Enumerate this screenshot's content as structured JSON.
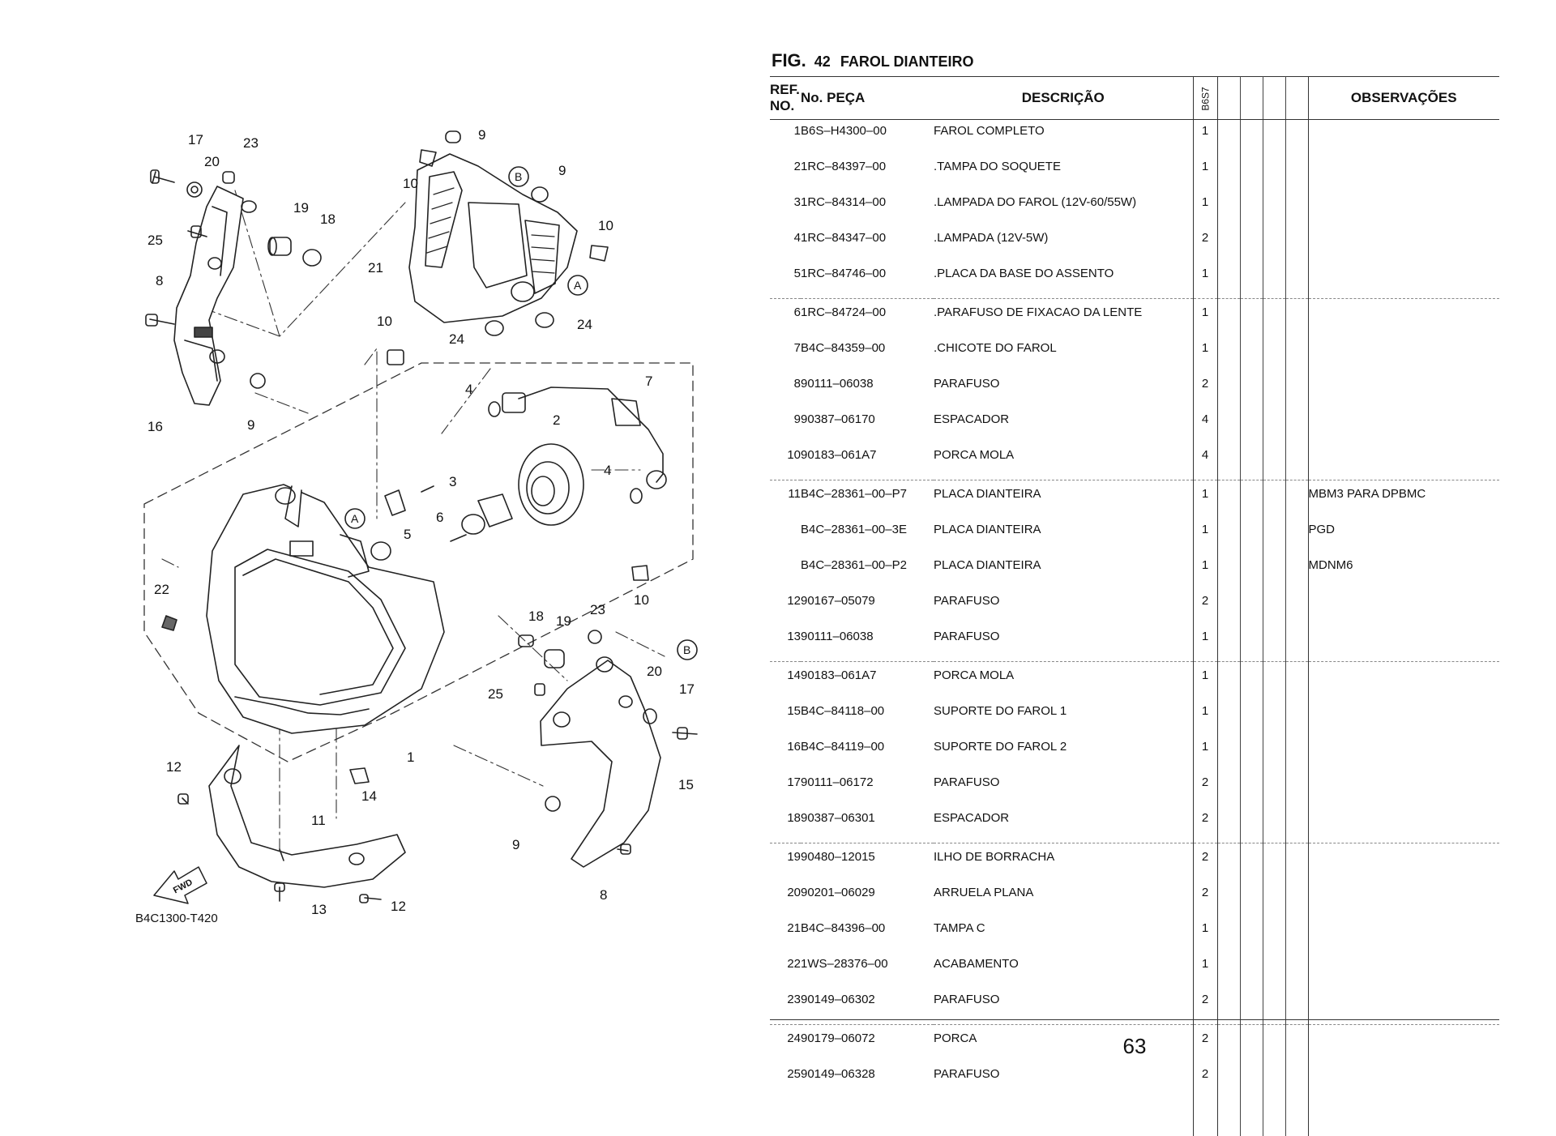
{
  "diagram": {
    "code": "B4C1300-T420",
    "fwd_label": "FWD",
    "callout_A": "A",
    "callout_B": "B",
    "labels": {
      "l1": "1",
      "l2": "2",
      "l3": "3",
      "l4a": "4",
      "l4b": "4",
      "l5": "5",
      "l6": "6",
      "l7": "7",
      "l8a": "8",
      "l8b": "8",
      "l9a": "9",
      "l9b": "9",
      "l9c": "9",
      "l9d": "9",
      "l10a": "10",
      "l10b": "10",
      "l10c": "10",
      "l10d": "10",
      "l11": "11",
      "l12a": "12",
      "l12b": "12",
      "l13": "13",
      "l14": "14",
      "l15": "15",
      "l16": "16",
      "l17a": "17",
      "l17b": "17",
      "l18a": "18",
      "l18b": "18",
      "l19a": "19",
      "l19b": "19",
      "l20a": "20",
      "l20b": "20",
      "l21": "21",
      "l22": "22",
      "l23a": "23",
      "l23b": "23",
      "l24a": "24",
      "l24b": "24",
      "l25a": "25",
      "l25b": "25"
    }
  },
  "figure": {
    "prefix": "FIG.",
    "number": "42",
    "title": "FAROL DIANTEIRO"
  },
  "table": {
    "headers": {
      "ref": "REF.",
      "ref2": "NO.",
      "part_no": "No. PEÇA",
      "description": "DESCRIÇÃO",
      "model": "B6S7",
      "observations": "OBSERVAÇÕES"
    },
    "rows": [
      {
        "ref": "1",
        "part_no": "B6S–H4300–00",
        "description": "FAROL COMPLETO",
        "qty": "1",
        "obs": ""
      },
      {
        "ref": "2",
        "part_no": "1RC–84397–00",
        "description": ".TAMPA DO SOQUETE",
        "qty": "1",
        "obs": ""
      },
      {
        "ref": "3",
        "part_no": "1RC–84314–00",
        "description": ".LAMPADA DO FAROL (12V-60/55W)",
        "qty": "1",
        "obs": ""
      },
      {
        "ref": "4",
        "part_no": "1RC–84347–00",
        "description": ".LAMPADA (12V-5W)",
        "qty": "2",
        "obs": ""
      },
      {
        "ref": "5",
        "part_no": "1RC–84746–00",
        "description": ".PLACA DA BASE DO ASSENTO",
        "qty": "1",
        "obs": ""
      },
      {
        "ref": "6",
        "part_no": "1RC–84724–00",
        "description": ".PARAFUSO DE FIXACAO DA LENTE",
        "qty": "1",
        "obs": ""
      },
      {
        "ref": "7",
        "part_no": "B4C–84359–00",
        "description": ".CHICOTE DO FAROL",
        "qty": "1",
        "obs": ""
      },
      {
        "ref": "8",
        "part_no": "90111–06038",
        "description": "PARAFUSO",
        "qty": "2",
        "obs": ""
      },
      {
        "ref": "9",
        "part_no": "90387–06170",
        "description": "ESPACADOR",
        "qty": "4",
        "obs": ""
      },
      {
        "ref": "10",
        "part_no": "90183–061A7",
        "description": "PORCA MOLA",
        "qty": "4",
        "obs": ""
      },
      {
        "ref": "11",
        "part_no": "B4C–28361–00–P7",
        "description": "PLACA DIANTEIRA",
        "qty": "1",
        "obs": "MBM3 PARA DPBMC"
      },
      {
        "ref": "",
        "part_no": "B4C–28361–00–3E",
        "description": "PLACA DIANTEIRA",
        "qty": "1",
        "obs": "PGD"
      },
      {
        "ref": "",
        "part_no": "B4C–28361–00–P2",
        "description": "PLACA DIANTEIRA",
        "qty": "1",
        "obs": "MDNM6"
      },
      {
        "ref": "12",
        "part_no": "90167–05079",
        "description": "PARAFUSO",
        "qty": "2",
        "obs": ""
      },
      {
        "ref": "13",
        "part_no": "90111–06038",
        "description": "PARAFUSO",
        "qty": "1",
        "obs": ""
      },
      {
        "ref": "14",
        "part_no": "90183–061A7",
        "description": "PORCA MOLA",
        "qty": "1",
        "obs": ""
      },
      {
        "ref": "15",
        "part_no": "B4C–84118–00",
        "description": "SUPORTE DO FAROL 1",
        "qty": "1",
        "obs": ""
      },
      {
        "ref": "16",
        "part_no": "B4C–84119–00",
        "description": "SUPORTE DO FAROL 2",
        "qty": "1",
        "obs": ""
      },
      {
        "ref": "17",
        "part_no": "90111–06172",
        "description": "PARAFUSO",
        "qty": "2",
        "obs": ""
      },
      {
        "ref": "18",
        "part_no": "90387–06301",
        "description": "ESPACADOR",
        "qty": "2",
        "obs": ""
      },
      {
        "ref": "19",
        "part_no": "90480–12015",
        "description": "ILHO DE BORRACHA",
        "qty": "2",
        "obs": ""
      },
      {
        "ref": "20",
        "part_no": "90201–06029",
        "description": "ARRUELA PLANA",
        "qty": "2",
        "obs": ""
      },
      {
        "ref": "21",
        "part_no": "B4C–84396–00",
        "description": "TAMPA C",
        "qty": "1",
        "obs": ""
      },
      {
        "ref": "22",
        "part_no": "1WS–28376–00",
        "description": "ACABAMENTO",
        "qty": "1",
        "obs": ""
      },
      {
        "ref": "23",
        "part_no": "90149–06302",
        "description": "PARAFUSO",
        "qty": "2",
        "obs": ""
      },
      {
        "ref": "24",
        "part_no": "90179–06072",
        "description": "PORCA",
        "qty": "2",
        "obs": ""
      },
      {
        "ref": "25",
        "part_no": "90149–06328",
        "description": "PARAFUSO",
        "qty": "2",
        "obs": ""
      }
    ]
  },
  "page_number": "63"
}
